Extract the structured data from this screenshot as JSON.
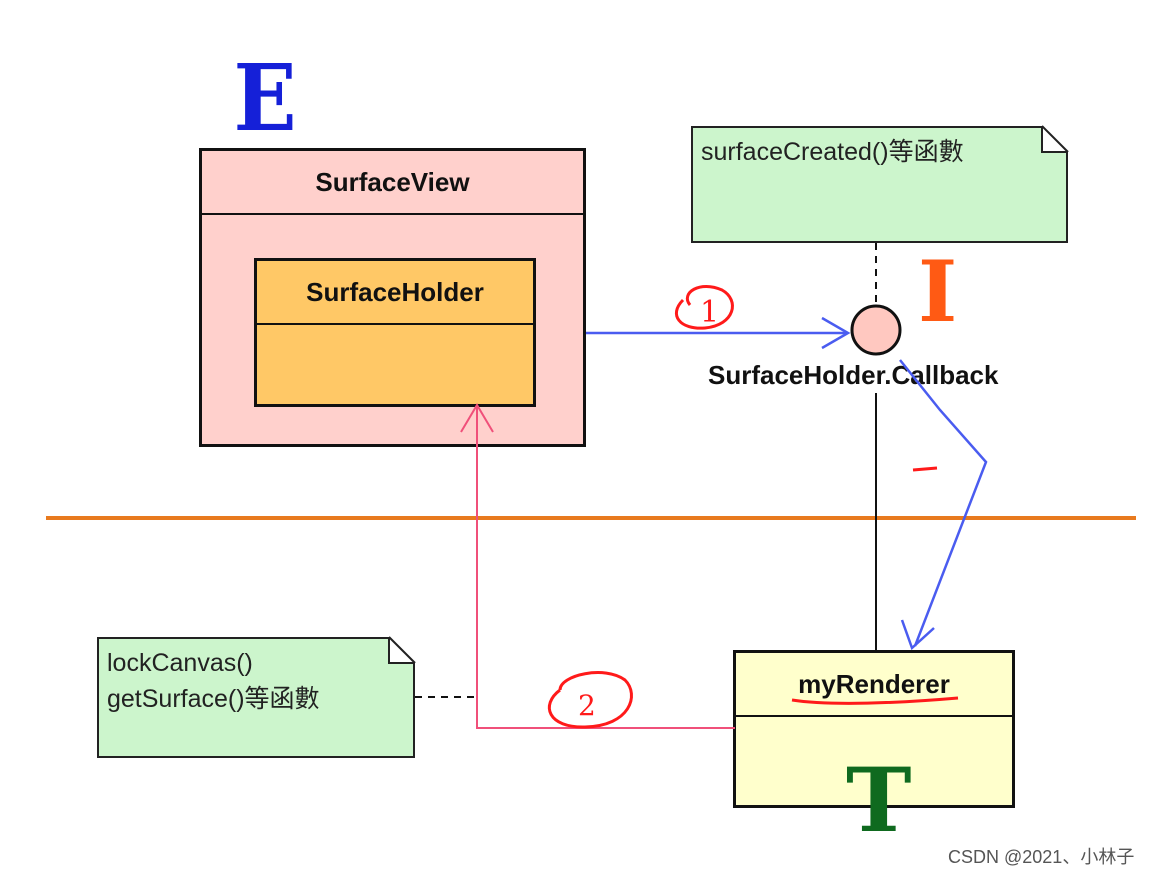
{
  "letters": {
    "e": "E",
    "i": "I",
    "t": "T"
  },
  "classes": {
    "surface_view": "SurfaceView",
    "surface_holder": "SurfaceHolder",
    "my_renderer": "myRenderer"
  },
  "interface": {
    "label": "SurfaceHolder.Callback"
  },
  "notes": {
    "top": [
      "surfaceCreated()等函數"
    ],
    "bottom": [
      "lockCanvas()",
      "getSurface()等函數"
    ]
  },
  "annotations": {
    "step1": "1",
    "step2": "2"
  },
  "watermark": "CSDN @2021、小林子",
  "colors": {
    "letter_e": "#1520d8",
    "letter_i": "#ff5a14",
    "letter_t": "#0f6a1f",
    "surface_view_fill": "#ffd0cc",
    "surface_holder_fill": "#ffc866",
    "my_renderer_fill": "#ffffcc",
    "note_fill": "#ccf5cc",
    "arrow_blue": "#4a5cf0",
    "arrow_pink": "#f0507a",
    "divider_orange": "#e87a1e",
    "handwriting_red": "#ff1a1a"
  }
}
